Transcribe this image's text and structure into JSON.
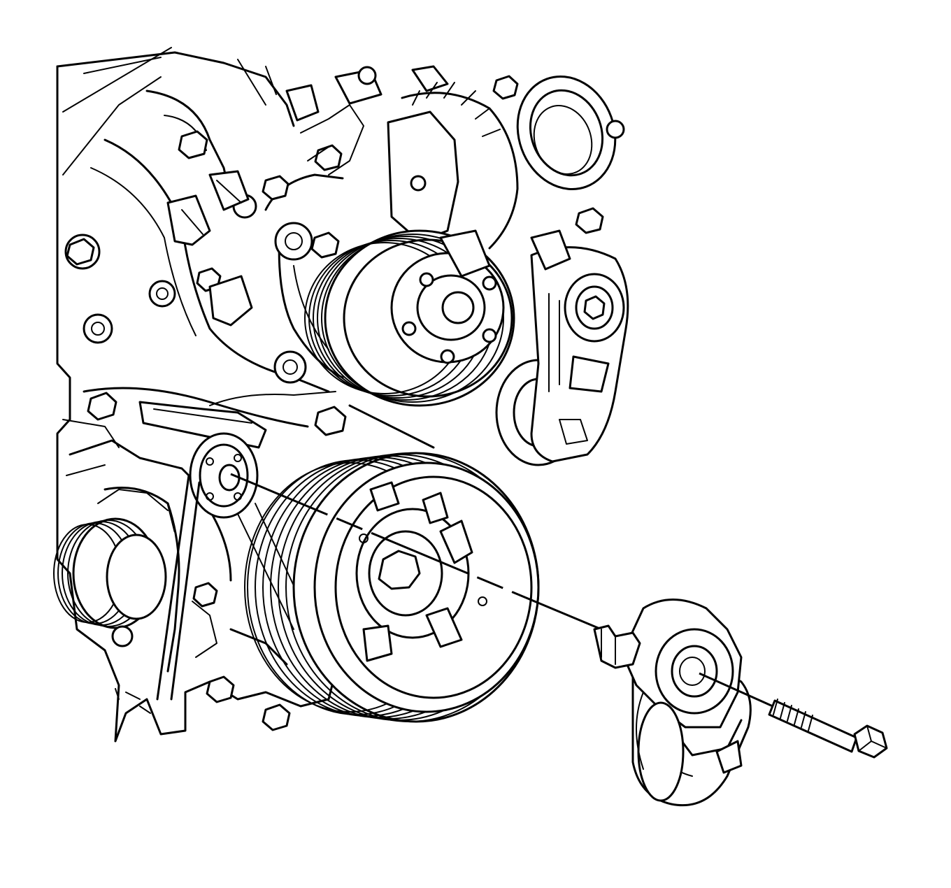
{
  "diagram": {
    "parts": [
      {
        "id": "engine-front",
        "icon": "engine-block-icon"
      },
      {
        "id": "water-pump-pulley",
        "icon": "pulley-icon"
      },
      {
        "id": "idler-pulley-left",
        "icon": "pulley-icon"
      },
      {
        "id": "crankshaft-balancer",
        "icon": "pulley-icon"
      },
      {
        "id": "installed-tensioner",
        "icon": "belt-tensioner-icon"
      },
      {
        "id": "power-steering-pulley",
        "icon": "pulley-icon"
      },
      {
        "id": "removed-tensioner",
        "icon": "belt-tensioner-icon"
      },
      {
        "id": "tensioner-bolt",
        "icon": "bolt-icon"
      },
      {
        "id": "install-axis",
        "icon": "dashed-line-icon"
      }
    ]
  }
}
